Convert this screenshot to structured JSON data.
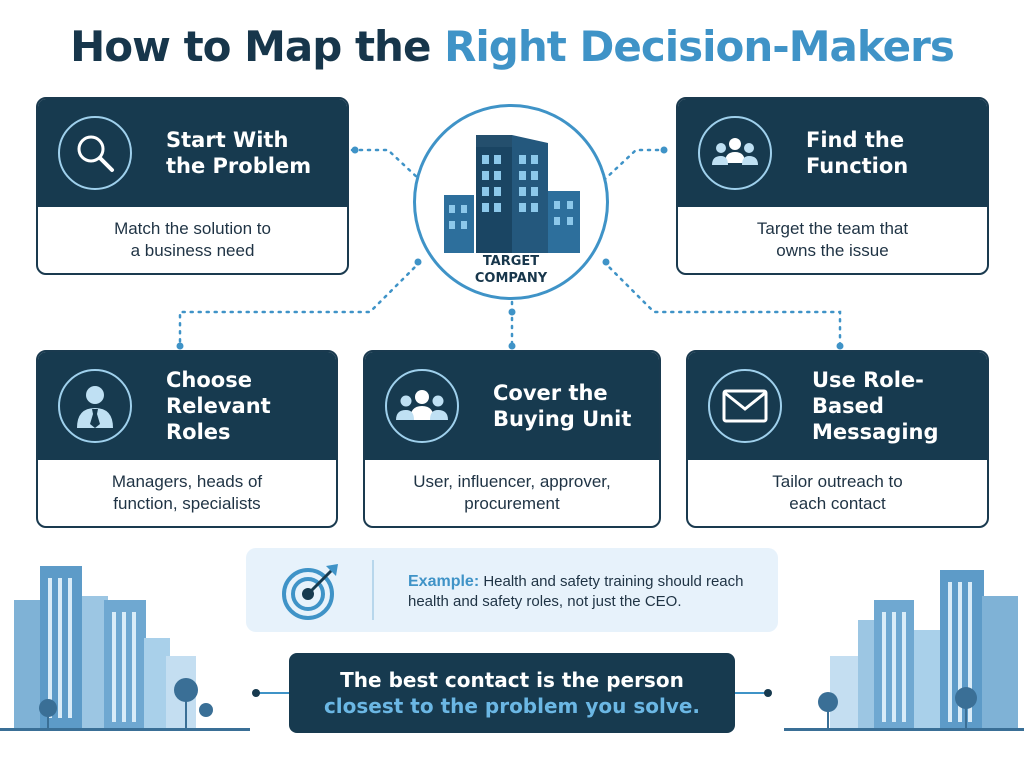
{
  "header": {
    "title_part1": "How to Map the",
    "title_part2": "Right Decision-Makers"
  },
  "center": {
    "label_line1": "TARGET",
    "label_line2": "COMPANY",
    "icon": "office-buildings-icon"
  },
  "steps": [
    {
      "title": "Start With\nthe Problem",
      "description": "Match the solution to\na business need",
      "icon": "magnifying-glass-icon"
    },
    {
      "title": "Find the\nFunction",
      "description": "Target the team that\nowns the issue",
      "icon": "team-icon"
    },
    {
      "title": "Choose\nRelevant Roles",
      "description": "Managers, heads of\nfunction, specialists",
      "icon": "person-with-tie-icon"
    },
    {
      "title": "Cover the\nBuying Unit",
      "description": "User, influencer, approver,\nprocurement",
      "icon": "group-icon"
    },
    {
      "title": "Use Role-Based\nMessaging",
      "description": "Tailor outreach to\neach contact",
      "icon": "envelope-icon"
    }
  ],
  "example": {
    "label": "Example:",
    "text_line1": "Health and safety training should reach",
    "text_line2": "health and safety roles, not just the CEO.",
    "icon": "target-arrow-icon"
  },
  "takeaway": {
    "line1": "The best contact is the person",
    "line2": "closest to the problem you solve."
  },
  "colors": {
    "navy": "#173a4f",
    "accent_blue": "#3f93c7",
    "light_blue": "#9fd0ec",
    "example_bg": "#e7f2fb"
  }
}
